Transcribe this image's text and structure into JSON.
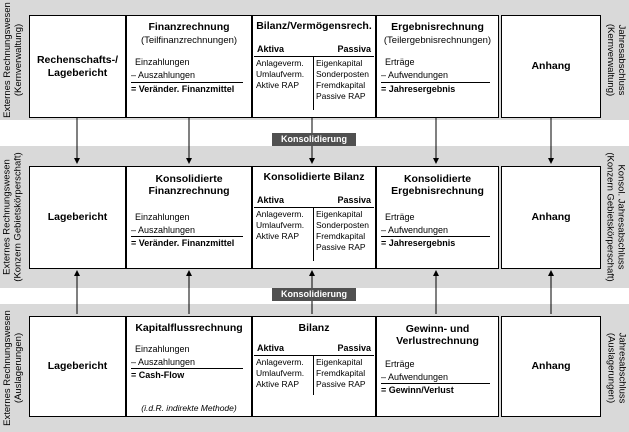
{
  "rows": {
    "top": {
      "left_label": [
        "Externes Rechnungswesen",
        "(Kernverwaltung)"
      ],
      "right_label": [
        "Jahresabschluss",
        "(Kernverwaltung)"
      ],
      "lagebericht": [
        "Rechenschafts-/",
        "Lagebericht"
      ],
      "finanz": {
        "title": "Finanzrechnung",
        "subtitle": "(Teilfinanzrechnungen)",
        "line1": "Einzahlungen",
        "line2": "– Auszahlungen",
        "result": "= Veränder. Finanzmittel"
      },
      "bilanz": {
        "title": "Bilanz/Vermögensrech.",
        "aktiva": "Aktiva",
        "passiva": "Passiva",
        "left": [
          "Anlageverm.",
          "Umlaufverm.",
          "Aktive RAP"
        ],
        "right": [
          "Eigenkapital",
          "Sonderposten",
          "Fremdkapital",
          "Passive RAP"
        ]
      },
      "ergebnis": {
        "title": "Ergebnisrechnung",
        "subtitle": "(Teilergebnisrechnungen)",
        "line1": "Erträge",
        "line2": "– Aufwendungen",
        "result": "= Jahresergebnis"
      },
      "anhang": "Anhang"
    },
    "middle": {
      "left_label": [
        "Externes Rechnungswesen",
        "(Konzern Gebietskörperschaft)"
      ],
      "right_label": [
        "Konsol. Jahresabschluss",
        "(Konzern Gebietskörperschaft)"
      ],
      "lagebericht": "Lagebericht",
      "finanz": {
        "title": [
          "Konsolidierte",
          "Finanzrechnung"
        ],
        "line1": "Einzahlungen",
        "line2": "– Auszahlungen",
        "result": "= Veränder. Finanzmittel"
      },
      "bilanz": {
        "title": "Konsolidierte Bilanz",
        "aktiva": "Aktiva",
        "passiva": "Passiva",
        "left": [
          "Anlageverm.",
          "Umlaufverm.",
          "Aktive RAP"
        ],
        "right": [
          "Eigenkapital",
          "Sonderposten",
          "Fremdkapital",
          "Passive RAP"
        ]
      },
      "ergebnis": {
        "title": [
          "Konsolidierte",
          "Ergebnisrechnung"
        ],
        "line1": "Erträge",
        "line2": "– Aufwendungen",
        "result": "= Jahresergebnis"
      },
      "anhang": "Anhang"
    },
    "bottom": {
      "left_label": [
        "Externes Rechnungswesen",
        "(Auslagerungen)"
      ],
      "right_label": [
        "Jahresabschluss",
        "(Auslagerungen)"
      ],
      "lagebericht": "Lagebericht",
      "finanz": {
        "title": "Kapitalflussrechnung",
        "line1": "Einzahlungen",
        "line2": "– Auszahlungen",
        "result": "= Cash-Flow",
        "note": "(i.d.R. indirekte Methode)"
      },
      "bilanz": {
        "title": "Bilanz",
        "aktiva": "Aktiva",
        "passiva": "Passiva",
        "left": [
          "Anlageverm.",
          "Umlaufverm.",
          "Aktive RAP"
        ],
        "right": [
          "Eigenkapital",
          "Fremdkapital",
          "Passive RAP"
        ]
      },
      "ergebnis": {
        "title": [
          "Gewinn- und",
          "Verlustrechnung"
        ],
        "line1": "Erträge",
        "line2": "– Aufwendungen",
        "result": "= Gewinn/Verlust"
      },
      "anhang": "Anhang"
    }
  },
  "konsolidierung": "Konsolidierung",
  "colors": {
    "band": "#d9d9d9",
    "label_bg": "#505050",
    "box_border": "#000000"
  }
}
